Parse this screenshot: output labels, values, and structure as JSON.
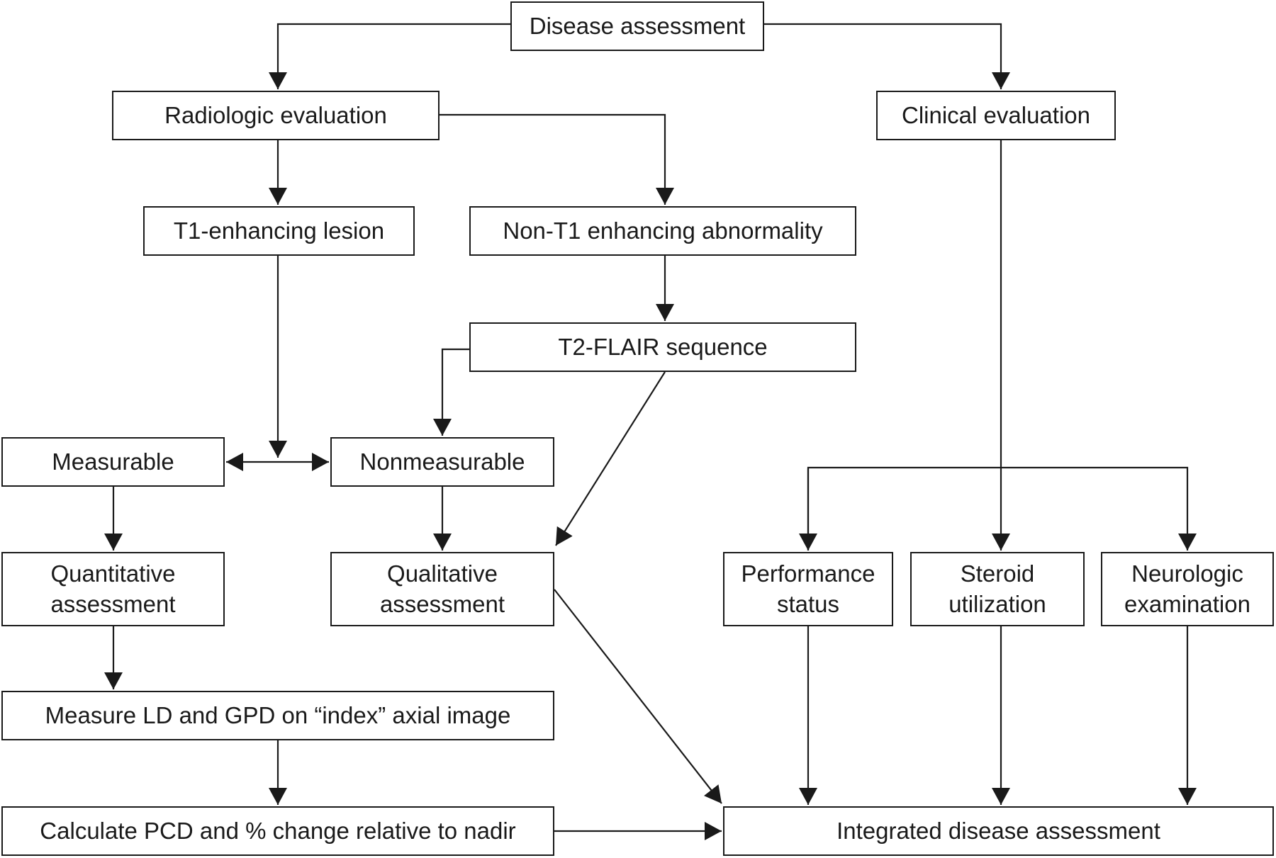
{
  "nodes": {
    "disease_assessment": "Disease assessment",
    "radiologic_evaluation": "Radiologic evaluation",
    "clinical_evaluation": "Clinical evaluation",
    "t1_enhancing_lesion": "T1-enhancing lesion",
    "non_t1_enhancing": "Non-T1 enhancing abnormality",
    "t2_flair": "T2-FLAIR sequence",
    "measurable": "Measurable",
    "nonmeasurable": "Nonmeasurable",
    "quantitative_assessment": "Quantitative\nassessment",
    "qualitative_assessment": "Qualitative\nassessment",
    "performance_status": "Performance\nstatus",
    "steroid_utilization": "Steroid\nutilization",
    "neurologic_examination": "Neurologic\nexamination",
    "measure_ld_gpd": "Measure LD and GPD on “index” axial image",
    "calculate_pcd": "Calculate PCD and % change relative to nadir",
    "integrated_assessment": "Integrated disease assessment"
  }
}
